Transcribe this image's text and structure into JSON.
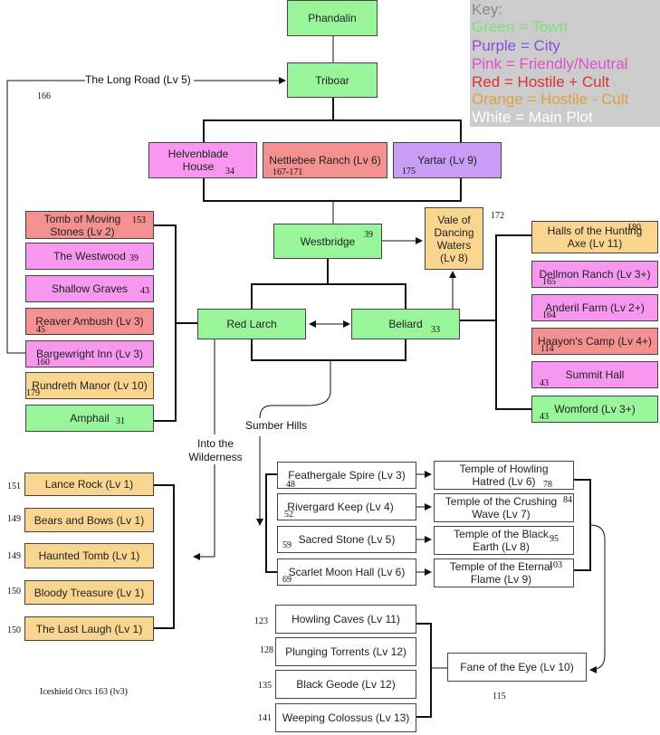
{
  "legend": {
    "title": "Key:",
    "items": [
      {
        "label": "Green = Town",
        "color": "#7ce07c"
      },
      {
        "label": "Purple = City",
        "color": "#8a4fd6"
      },
      {
        "label": "Pink = Friendly/Neutral",
        "color": "#e04fd0"
      },
      {
        "label": "Red = Hostile + Cult",
        "color": "#e03030"
      },
      {
        "label": "Orange = Hostile - Cult",
        "color": "#e0a040"
      },
      {
        "label": "White = Main Plot",
        "color": "#ffffff"
      }
    ]
  },
  "colors": {
    "green": "#99f599",
    "purple": "#c99cf5",
    "pink": "#f797ef",
    "red": "#f59090",
    "orange": "#fad590",
    "white": "#ffffff"
  },
  "nodes": {
    "phandalin": {
      "label": "Phandalin"
    },
    "triboar": {
      "label": "Triboar"
    },
    "helvenblade": {
      "label": "Helvenblade House",
      "page": "34"
    },
    "nettlebee": {
      "label": "Nettlebee Ranch (Lv 6)",
      "page": "167-171"
    },
    "yartar": {
      "label": "Yartar (Lv 9)",
      "page": "175"
    },
    "westbridge": {
      "label": "Westbridge",
      "page": "39"
    },
    "vale": {
      "label": "Vale of Dancing Waters (Lv 8)",
      "page": "172"
    },
    "red_larch": {
      "label": "Red Larch"
    },
    "beliard": {
      "label": "Beliard",
      "page": "33"
    },
    "tomb_moving": {
      "label": "Tomb of Moving Stones (Lv 2)",
      "page": "153"
    },
    "westwood": {
      "label": "The Westwood",
      "page": "39"
    },
    "shallow_graves": {
      "label": "Shallow Graves",
      "page": "43"
    },
    "reaver_ambush": {
      "label": "Reaver Ambush (Lv 3)",
      "page": "45"
    },
    "bargewright": {
      "label": "Bargewright Inn (Lv 3)",
      "page": "160"
    },
    "rundreth": {
      "label": "Rundreth Manor (Lv 10)",
      "page": "179"
    },
    "amphail": {
      "label": "Amphail",
      "page": "31"
    },
    "halls_axe": {
      "label": "Halls of the Hunting Axe (Lv 11)",
      "page": "180"
    },
    "dellmon": {
      "label": "Dellmon Ranch (Lv 3+)",
      "page": "165"
    },
    "anderil": {
      "label": "Anderil Farm (Lv 2+)",
      "page": "164"
    },
    "haayon": {
      "label": "Haayon's Camp (Lv 4+)",
      "page": "114"
    },
    "summit": {
      "label": "Summit Hall",
      "page": "43"
    },
    "womford": {
      "label": "Womford (Lv 3+)",
      "page": "43"
    },
    "feathergale": {
      "label": "Feathergale Spire (Lv 3)",
      "page": "48"
    },
    "rivergard": {
      "label": "Rivergard Keep (Lv 4)",
      "page": "52"
    },
    "sacred_stone": {
      "label": "Sacred Stone (Lv 5)",
      "page": "59"
    },
    "scarlet_moon": {
      "label": "Scarlet Moon Hall (Lv 6)",
      "page": "69"
    },
    "temple_howling": {
      "label": "Temple of Howling Hatred (Lv 6)",
      "page": "78"
    },
    "temple_crushing": {
      "label": "Temple of the Crushing Wave (Lv 7)",
      "page": "84"
    },
    "temple_black": {
      "label": "Temple of the Black Earth (Lv 8)",
      "page": "95"
    },
    "temple_flame": {
      "label": "Temple of the Eternal Flame (Lv 9)",
      "page": "103"
    },
    "lance_rock": {
      "label": "Lance Rock (Lv 1)",
      "page": "151"
    },
    "bears_bows": {
      "label": "Bears and Bows (Lv 1)",
      "page": "149"
    },
    "haunted_tomb": {
      "label": "Haunted Tomb (Lv 1)",
      "page": "149"
    },
    "bloody_treasure": {
      "label": "Bloody Treasure (Lv 1)",
      "page": "150"
    },
    "last_laugh": {
      "label": "The Last Laugh (Lv 1)",
      "page": "150"
    },
    "howling_caves": {
      "label": "Howling Caves (Lv 11)",
      "page": "123"
    },
    "plunging": {
      "label": "Plunging Torrents (Lv 12)",
      "page": "128"
    },
    "black_geode": {
      "label": "Black Geode (Lv 12)",
      "page": "135"
    },
    "weeping": {
      "label": "Weeping Colossus (Lv 13)",
      "page": "141"
    },
    "fane": {
      "label": "Fane of the Eye (Lv 10)",
      "page": "115"
    }
  },
  "labels": {
    "long_road": "The Long Road (Lv 5)",
    "long_road_page": "166",
    "sumber_hills": "Sumber Hills",
    "into_wilderness": "Into the Wilderness",
    "iceshield": "Iceshield Orcs 163 (lv3)"
  }
}
